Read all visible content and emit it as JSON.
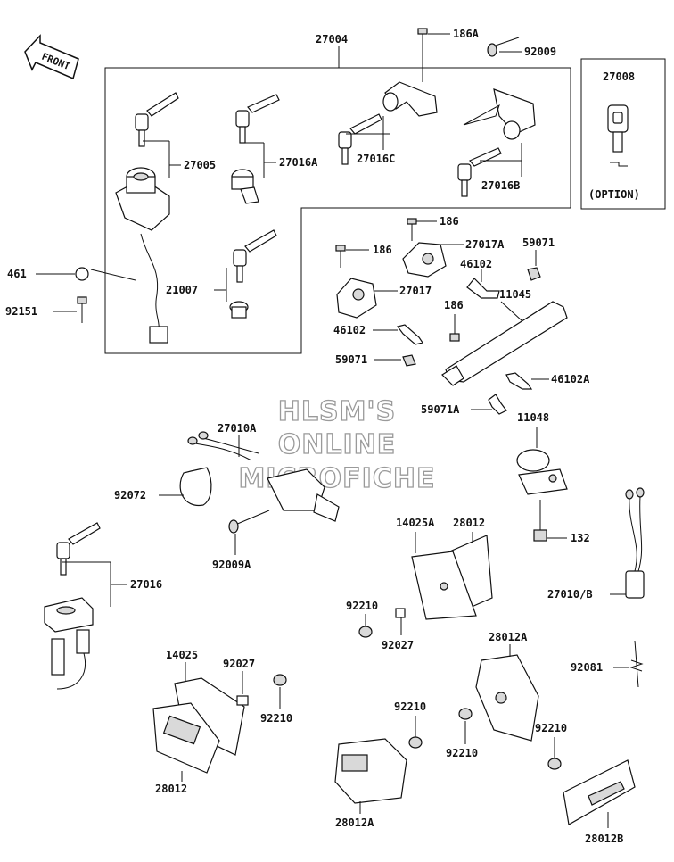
{
  "watermark": [
    "HLSM'S",
    "ONLINE",
    "MICROFICHE"
  ],
  "front_arrow_label": "FRONT",
  "option_box": {
    "part_no": "27008",
    "note": "(OPTION)"
  },
  "labels": {
    "l27004": "27004",
    "l186A": "186A",
    "l92009": "92009",
    "l27005": "27005",
    "l27016A": "27016A",
    "l27016C": "27016C",
    "l27016B": "27016B",
    "l461": "461",
    "l92151": "92151",
    "l21007": "21007",
    "l186a": "186",
    "l186b": "186",
    "l27017A": "27017A",
    "l59071a": "59071",
    "l46102a": "46102",
    "l27017": "27017",
    "l11045": "11045",
    "l186c": "186",
    "l46102b": "46102",
    "l59071b": "59071",
    "l46102A": "46102A",
    "l59071A": "59071A",
    "l27010A": "27010A",
    "l11048": "11048",
    "l92072": "92072",
    "l92009A": "92009A",
    "l132": "132",
    "l14025A": "14025A",
    "l28012a": "28012",
    "l27016": "27016",
    "l92210a": "92210",
    "l92027a": "92027",
    "l27010B": "27010/B",
    "l14025": "14025",
    "l92027b": "92027",
    "l28012A1": "28012A",
    "l92081": "92081",
    "l92210b": "92210",
    "l92210c": "92210",
    "l92210d": "92210",
    "l92210e": "92210",
    "l28012b": "28012",
    "l28012A2": "28012A",
    "l28012B": "28012B"
  }
}
